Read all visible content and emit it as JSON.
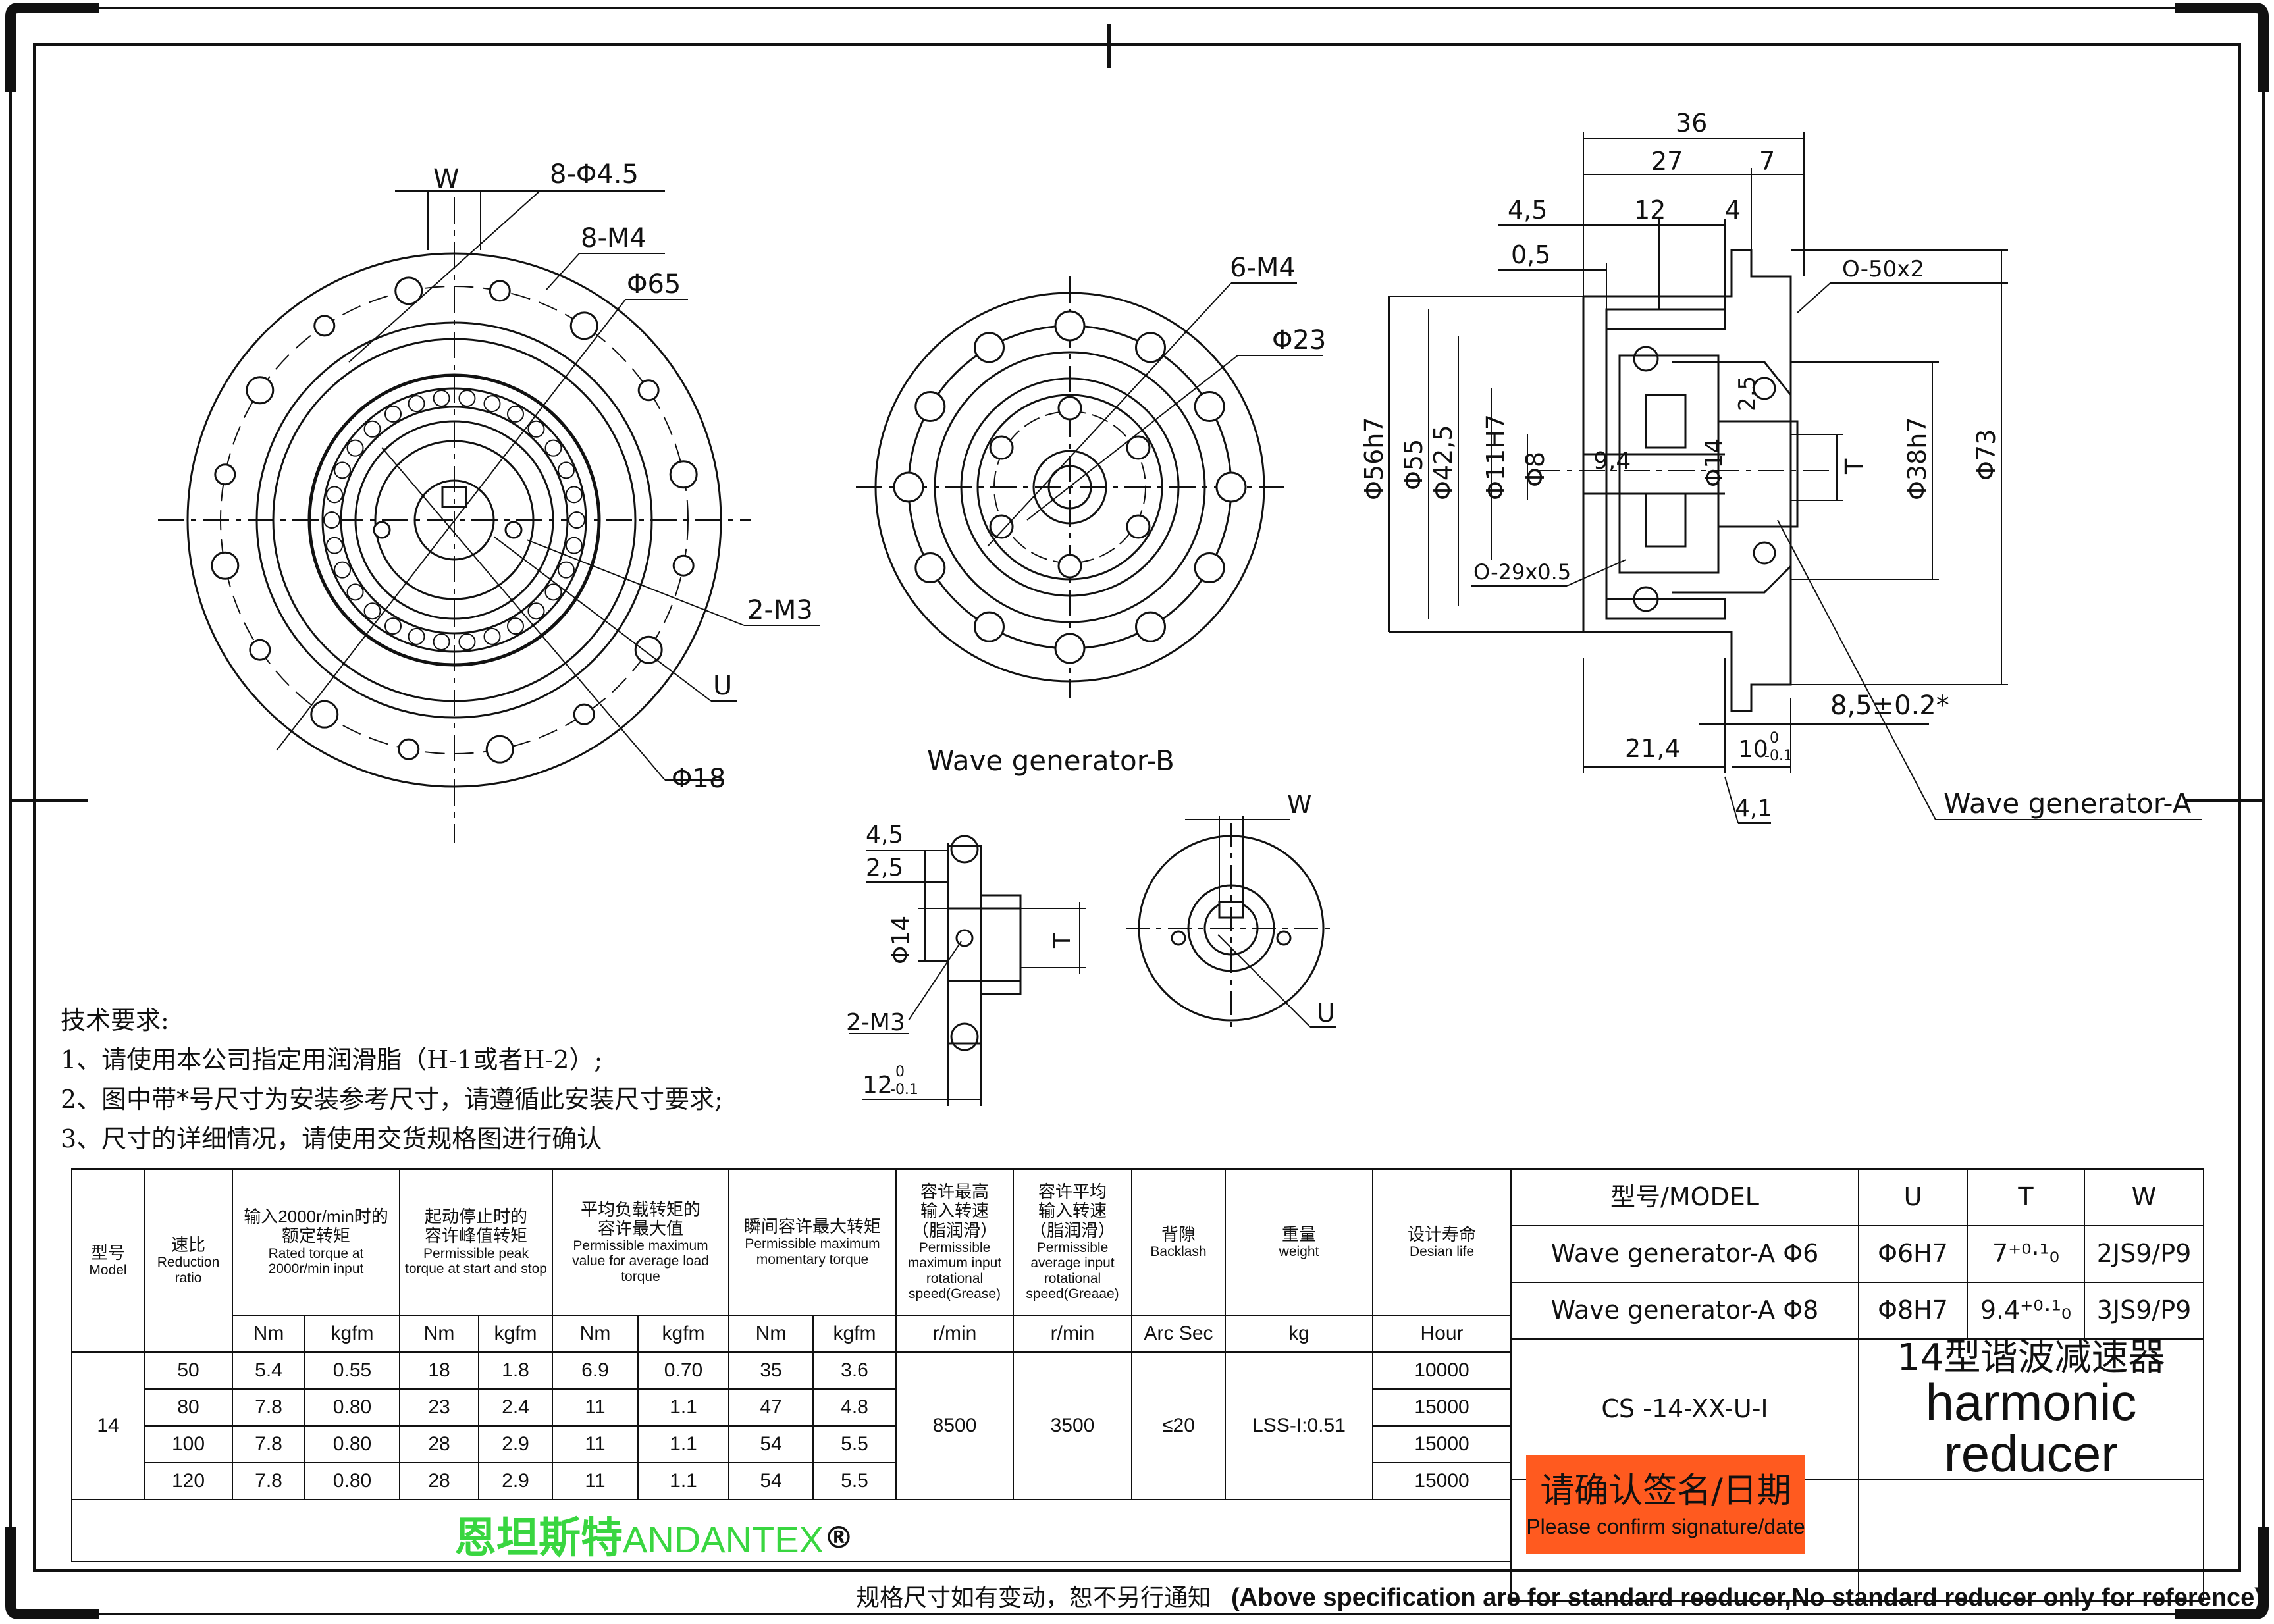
{
  "drawing": {
    "view1": {
      "W": "W",
      "holes": "8-Φ4.5",
      "threads": "8-M4",
      "pcd": "Φ65",
      "m3": "2-M3",
      "U": "U",
      "bore": "Φ18"
    },
    "view2": {
      "threads": "6-M4",
      "dia": "Φ23",
      "caption": "Wave generator-B"
    },
    "section": {
      "d36": "36",
      "d27": "27",
      "d7": "7",
      "d45": "4,5",
      "d12": "12",
      "d4": "4",
      "d05": "0,5",
      "o50": "O-50x2",
      "d56": "Φ56h7",
      "d55": "Φ55",
      "d425": "Φ42,5",
      "d11": "Φ11H7",
      "d8": "Φ8",
      "d94": "9,4",
      "d14": "Φ14",
      "d25": "2,5",
      "T": "T",
      "d38": "Φ38h7",
      "d73": "Φ73",
      "o29": "O-29x0.5",
      "d85": "8,5±0.2*",
      "d214": "21,4",
      "d10": "10",
      "d10tol_hi": "0",
      "d10tol_lo": "-0.1",
      "d41": "4,1",
      "caption": "Wave generator-A"
    },
    "wgb_side": {
      "d45": "4,5",
      "d25": "2,5",
      "d14": "Φ14",
      "T": "T",
      "m3": "2-M3",
      "d12": "12",
      "d12tol_hi": "0",
      "d12tol_lo": "-0.1"
    },
    "wgb_front": {
      "W": "W",
      "U": "U"
    }
  },
  "notes": {
    "title": "技术要求:",
    "items": [
      "1、请使用本公司指定用润滑脂（H-1或者H-2）;",
      "2、图中带*号尺寸为安装参考尺寸，请遵循此安装尺寸要求;",
      "3、尺寸的详细情况，请使用交货规格图进行确认"
    ]
  },
  "spec_table": {
    "headers": {
      "model": [
        "型号",
        "Model"
      ],
      "ratio": [
        "速比",
        "Reduction",
        "ratio"
      ],
      "rated": [
        "输入2000r/min时的",
        "额定转矩",
        "Rated torque at",
        "2000r/min input"
      ],
      "peak": [
        "起动停止时的",
        "容许峰值转矩",
        "Permissible peak",
        "torque at start and stop"
      ],
      "avg": [
        "平均负载转矩的",
        "容许最大值",
        "Permissible maximum",
        "value for average load",
        "torque"
      ],
      "moment": [
        "瞬间容许最大转矩",
        "Permissible maximum",
        "momentary torque"
      ],
      "maxspeed": [
        "容许最高",
        "输入转速",
        "（脂润滑）",
        "Permissible",
        "maximum input",
        "rotational",
        "speed(Grease)"
      ],
      "avgspeed": [
        "容许平均",
        "输入转速",
        "（脂润滑）",
        "Permissible",
        "average input",
        "rotational",
        "speed(Greaae)"
      ],
      "backlash": [
        "背隙",
        "Backlash"
      ],
      "weight": [
        "重量",
        "weight"
      ],
      "life": [
        "设计寿命",
        "Desian life"
      ]
    },
    "units": [
      "Nm",
      "kgfm",
      "Nm",
      "kgfm",
      "Nm",
      "kgfm",
      "Nm",
      "kgfm",
      "r/min",
      "r/min",
      "Arc Sec",
      "kg",
      "Hour"
    ],
    "model": "14",
    "max_speed": "8500",
    "avg_speed": "3500",
    "backlash": "≤20",
    "weight": "LSS-I:0.51",
    "rows": [
      [
        "50",
        "5.4",
        "0.55",
        "18",
        "1.8",
        "6.9",
        "0.70",
        "35",
        "3.6",
        "10000"
      ],
      [
        "80",
        "7.8",
        "0.80",
        "23",
        "2.4",
        "11",
        "1.1",
        "47",
        "4.8",
        "15000"
      ],
      [
        "100",
        "7.8",
        "0.80",
        "28",
        "2.9",
        "11",
        "1.1",
        "54",
        "5.5",
        "15000"
      ],
      [
        "120",
        "7.8",
        "0.80",
        "28",
        "2.9",
        "11",
        "1.1",
        "54",
        "5.5",
        "15000"
      ]
    ],
    "brand_cn": "恩坦斯特",
    "brand_en": "ANDANTEX",
    "brand_mark": "®"
  },
  "model_table": {
    "headers": [
      "型号/MODEL",
      "U",
      "T",
      "W"
    ],
    "rows": [
      [
        "Wave generator-A Φ6",
        "Φ6H7",
        "7⁺⁰·¹₀",
        "2JS9/P9"
      ],
      [
        "Wave generator-A Φ8",
        "Φ8H7",
        "9.4⁺⁰·¹₀",
        "3JS9/P9"
      ]
    ],
    "code": "CS  -14-XX-U-I",
    "title_cn": "14型谐波减速器",
    "title_en": "harmonic reducer",
    "confirm_cn": "请确认签名/日期",
    "confirm_en": "Please confirm signature/date"
  },
  "footer": {
    "cn": "规格尺寸如有变动，恕不另行通知",
    "en": "(Above specification are for standard reeducer,No standard reducer only for reference)"
  }
}
